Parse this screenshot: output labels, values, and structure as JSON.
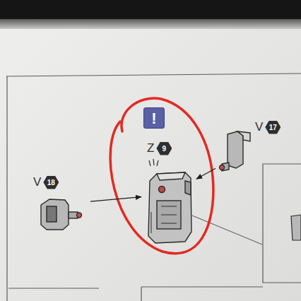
{
  "diagram": {
    "nodes": [
      {
        "text": [
          "V",
          "18"
        ]
      },
      {
        "text": [
          "Z",
          "9"
        ]
      },
      {
        "text": [
          "V",
          "17"
        ]
      }
    ],
    "edges": [
      {
        "from": 0,
        "to": 1,
        "arrow": "to"
      },
      {
        "from": 2,
        "to": 1,
        "arrow": "to"
      }
    ],
    "labels": [
      "!"
    ]
  }
}
